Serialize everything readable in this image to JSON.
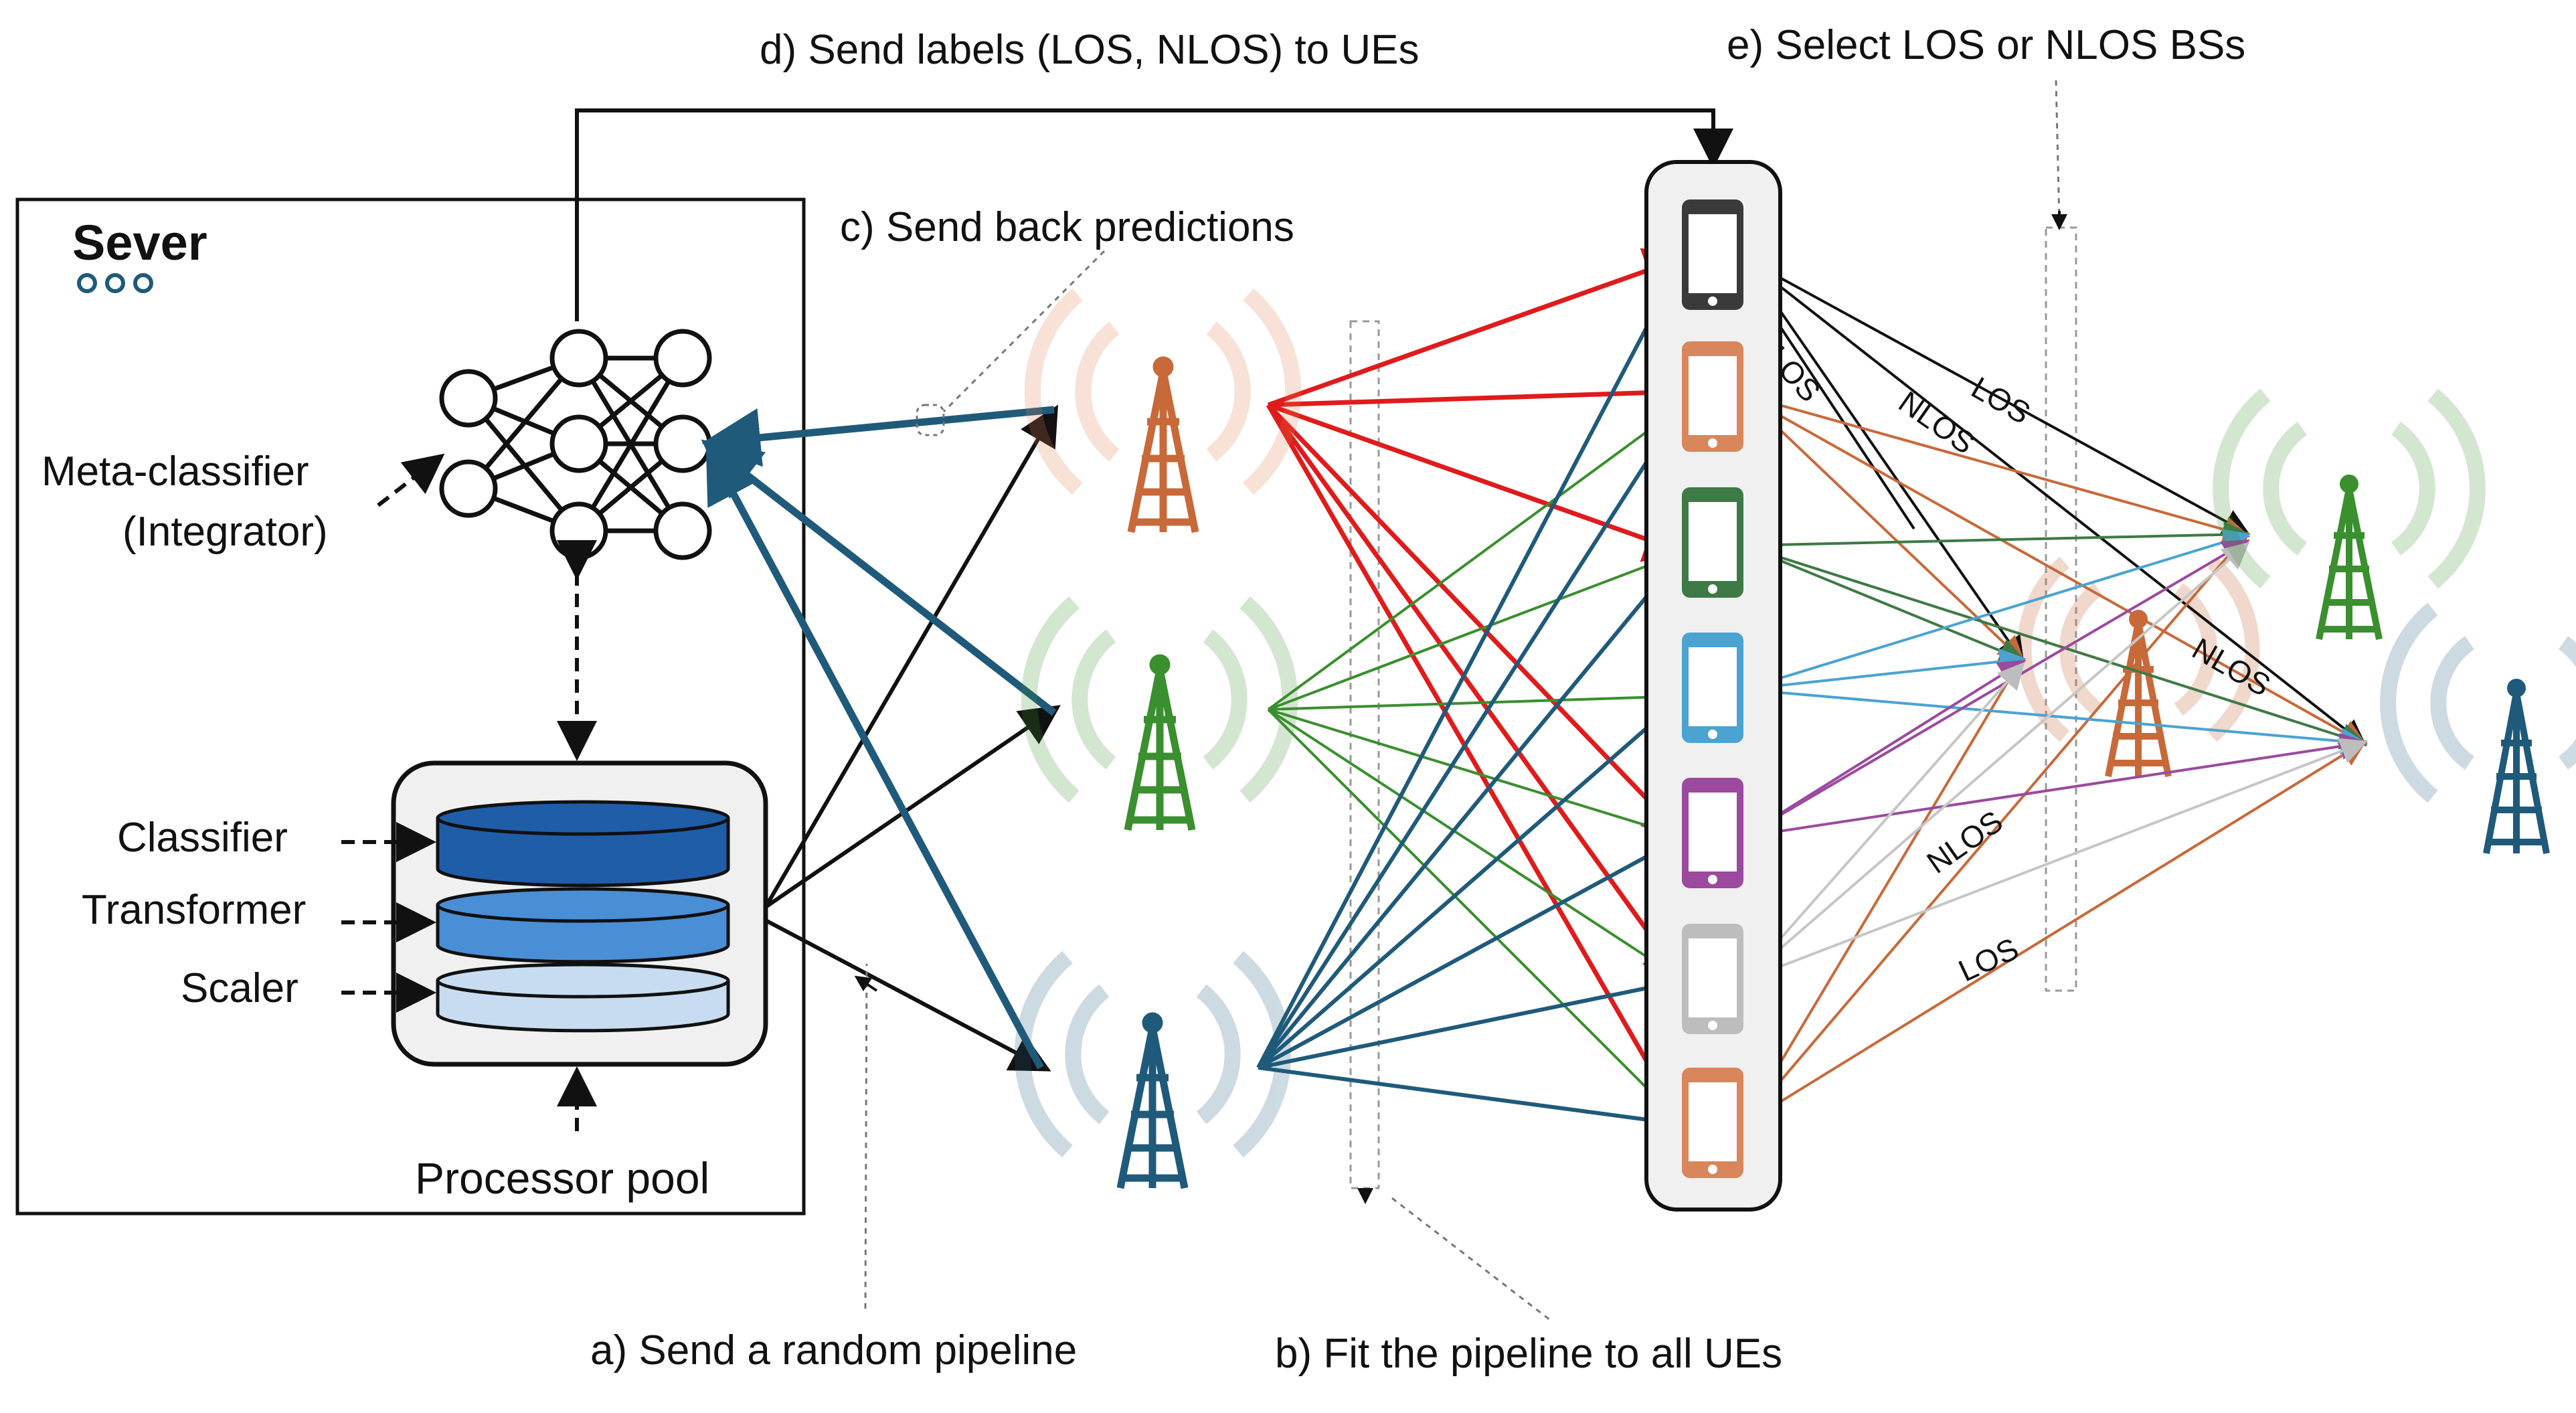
{
  "server": {
    "title": "Sever",
    "dots": "ooo",
    "meta_classifier_line1": "Meta-classifier",
    "meta_classifier_line2": "(Integrator)",
    "classifier": "Classifier",
    "transformer": "Transformer",
    "scaler": "Scaler",
    "processor_pool": "Processor pool"
  },
  "steps": {
    "a": "a) Send a random pipeline",
    "b": "b) Fit the pipeline to all UEs",
    "c": "c) Send back predictions",
    "d": "d) Send labels (LOS, NLOS) to UEs",
    "e": "e) Select LOS or NLOS BSs"
  },
  "link_labels": {
    "los_1": "LOS",
    "nlos_1": "NLOS",
    "los_2": "LOS",
    "nlos_2": "NLOS",
    "nlos_3": "NLOS",
    "los_3": "LOS"
  },
  "colors": {
    "blue": "#1f5a7a",
    "green": "#3a8f2e",
    "orange": "#c8693a",
    "red": "#e01b1b",
    "black": "#111111",
    "grey_phone": "#bdbdbd",
    "purple": "#9b4a9e",
    "light_blue": "#4aa3d1",
    "dark_green_phone": "#3e7a45"
  },
  "icons": {
    "tower": "cell-tower-icon",
    "phone": "smartphone-icon",
    "network": "neural-network-icon",
    "database": "stacked-database-icon"
  }
}
